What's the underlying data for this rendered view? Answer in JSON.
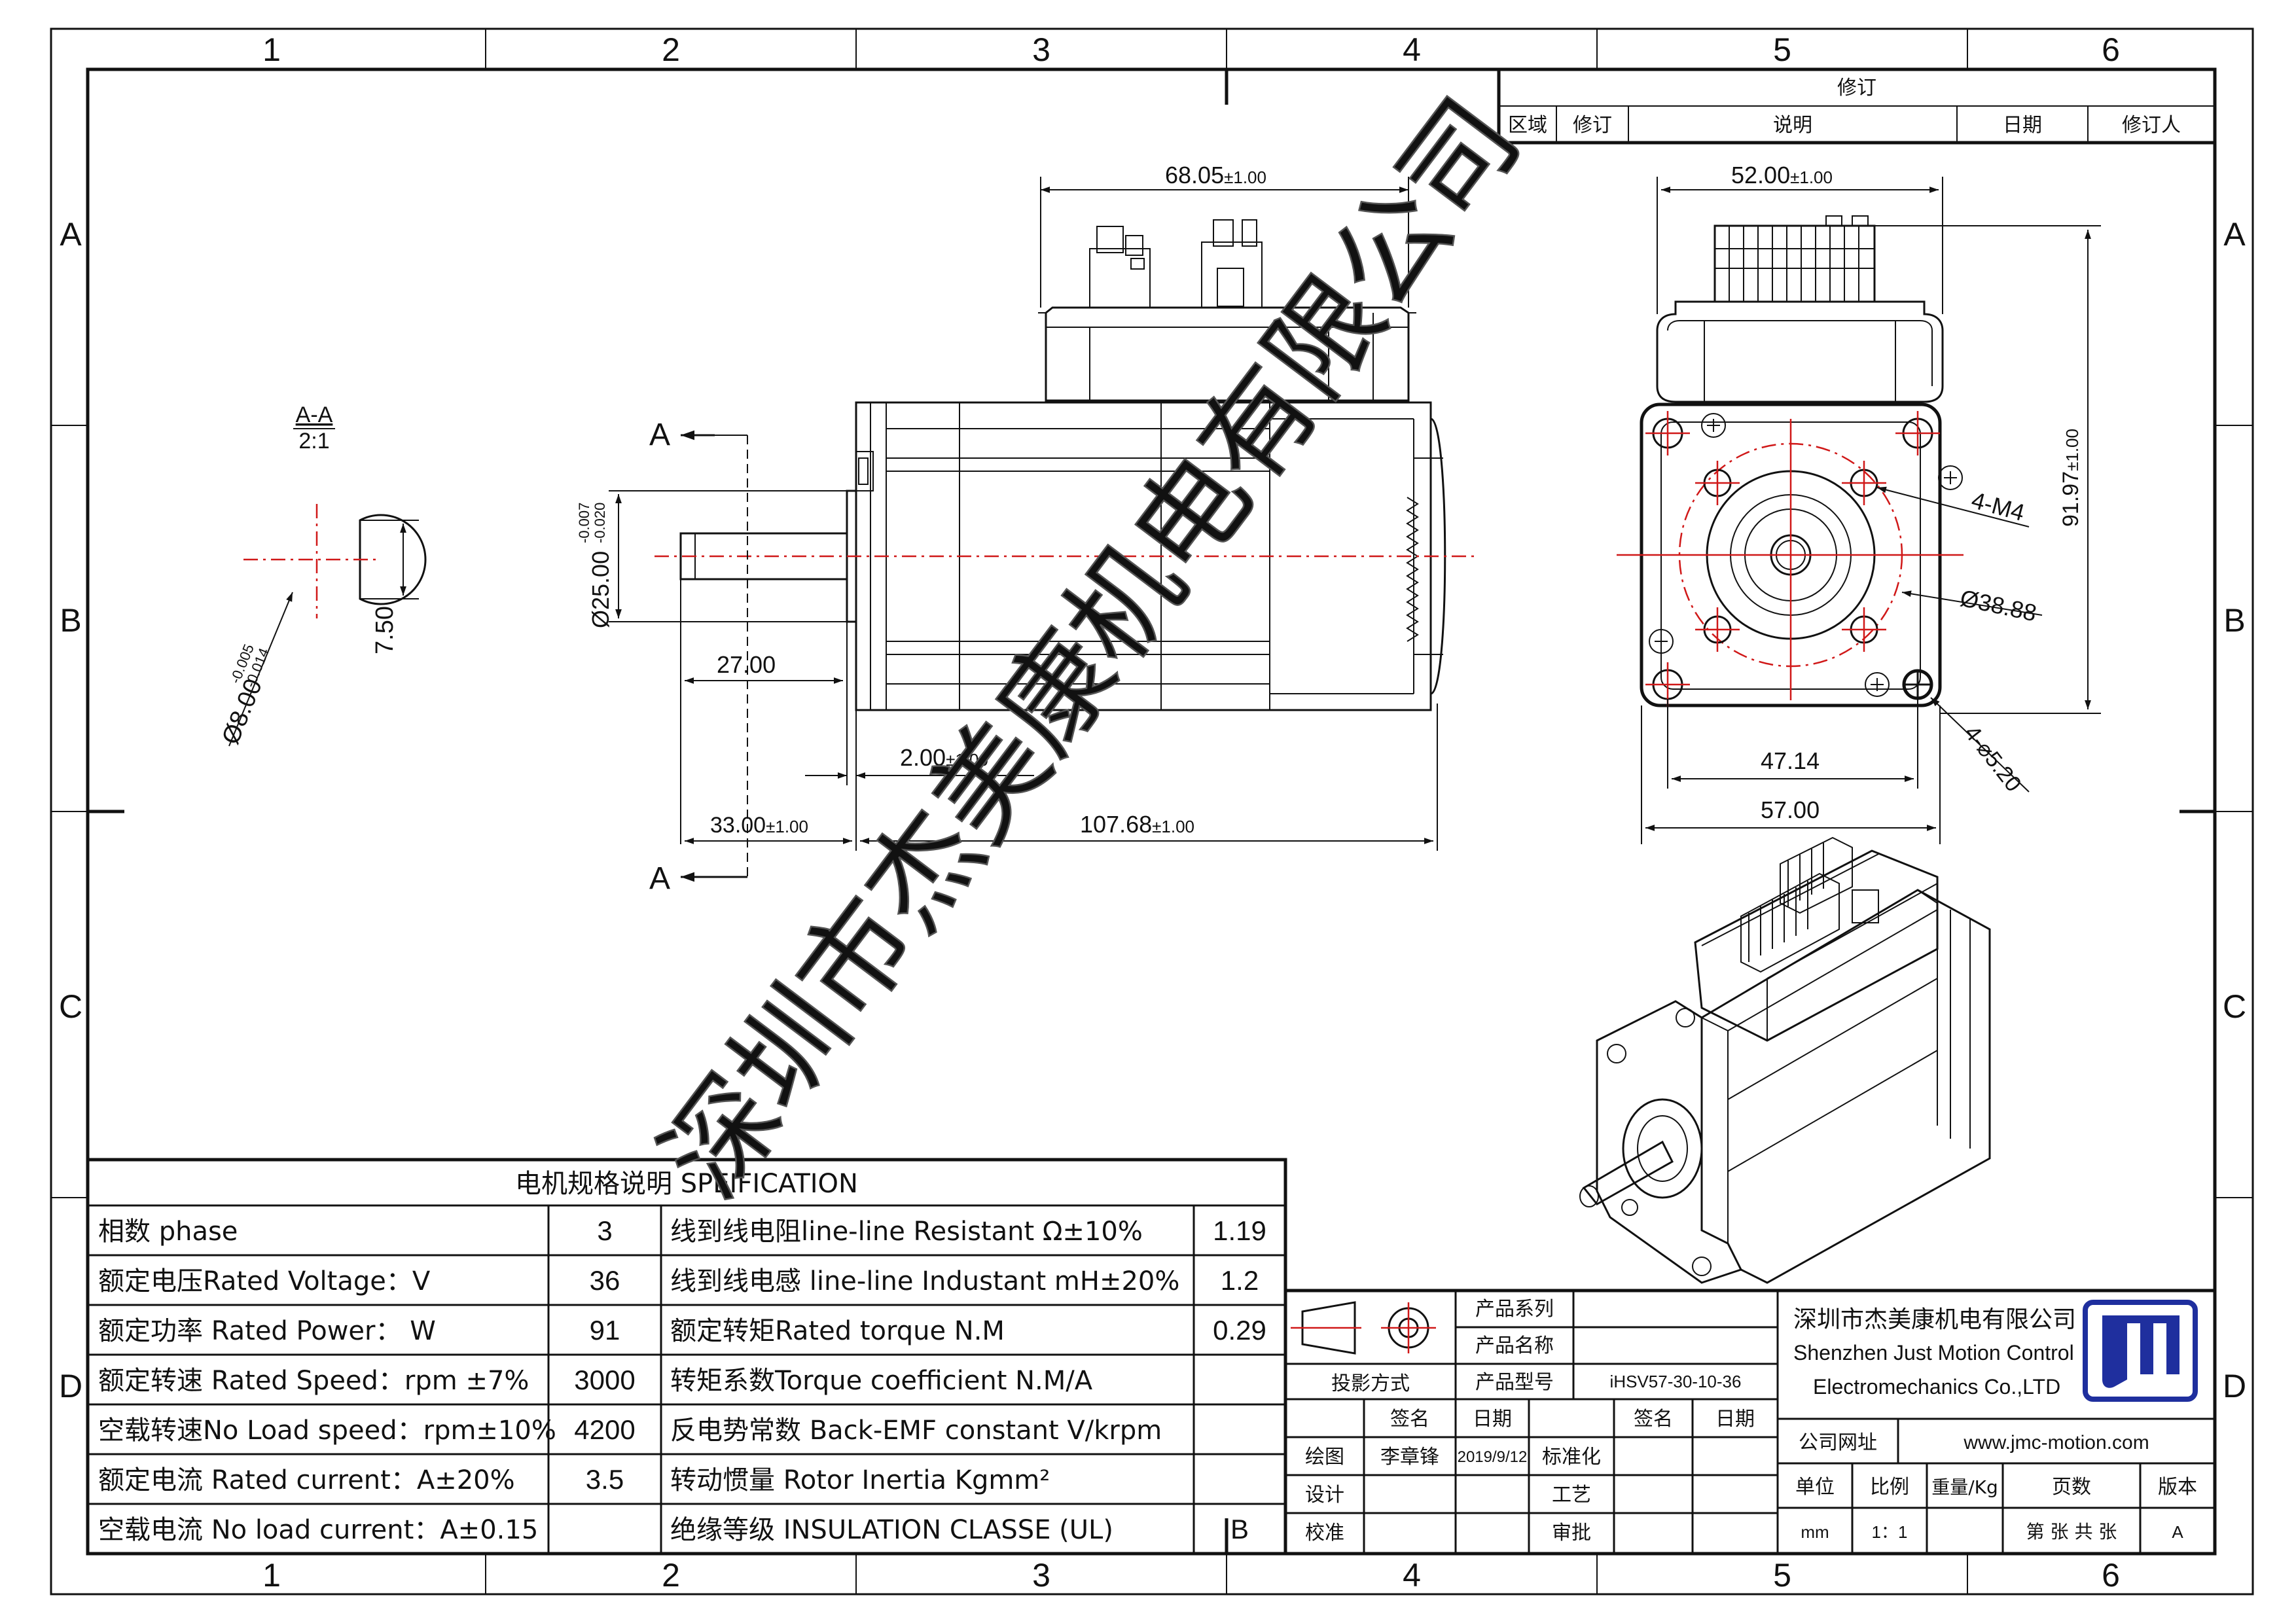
{
  "frame": {
    "columns": [
      "1",
      "2",
      "3",
      "4",
      "5",
      "6"
    ],
    "rows": [
      "A",
      "B",
      "C",
      "D"
    ]
  },
  "watermark": "深圳市杰美康机电有限公司",
  "section": {
    "label": "A-A",
    "scale": "2:1",
    "shaft_dia": "Ø8.00",
    "shaft_tol_upper": "-0.005",
    "shaft_tol_lower": "-0.014",
    "flat": "7.50"
  },
  "side_view": {
    "section_mark": "A",
    "dim_total_top": "68.05",
    "dim_total_top_tol": "±1.00",
    "dim_pilot": "Ø25.00",
    "dim_pilot_tol_upper": "-0.007",
    "dim_pilot_tol_lower": "-0.020",
    "dim_shaft": "27.00",
    "dim_flange": "2.00",
    "dim_flange_tol": "±1.00",
    "dim_shaft_len": "33.00",
    "dim_shaft_len_tol": "±1.00",
    "dim_body": "107.68",
    "dim_body_tol": "±1.00"
  },
  "front_view": {
    "dim_width_top": "52.00",
    "dim_width_top_tol": "±1.00",
    "dim_height": "91.97",
    "dim_height_tol": "±1.00",
    "hole_thread": "4-M4",
    "pcd": "Ø38.88",
    "hole_spacing": "47.14",
    "flange_width": "57.00",
    "mount_holes": "4-⌀5.20"
  },
  "revision": {
    "title": "修订",
    "headers": [
      "区域",
      "修订",
      "说明",
      "日期",
      "修订人"
    ]
  },
  "spec": {
    "title": "电机规格说明 SPEIFICATION",
    "rows": [
      {
        "name": "相数 phase",
        "value": "3",
        "name2": "线到线电阻line-line Resistant Ω±10%",
        "value2": "1.19"
      },
      {
        "name": "额定电压Rated Voltage：V",
        "value": "36",
        "name2": "线到线电感 line-line Industant mH±20%",
        "value2": "1.2"
      },
      {
        "name": "额定功率 Rated Power： W",
        "value": "91",
        "name2": "额定转矩Rated torque N.M",
        "value2": "0.29"
      },
      {
        "name": "额定转速 Rated Speed：rpm ±7%",
        "value": "3000",
        "name2": "转矩系数Torque coefficient N.M/A",
        "value2": ""
      },
      {
        "name": "空载转速No Load speed：rpm±10%",
        "value": "4200",
        "name2": "反电势常数 Back-EMF constant V/krpm",
        "value2": ""
      },
      {
        "name": "额定电流 Rated current：A±20%",
        "value": "3.5",
        "name2": "转动惯量 Rotor Inertia Kgmm²",
        "value2": ""
      },
      {
        "name": "空载电流 No load current：A±0.15",
        "value": "",
        "name2": "绝缘等级 INSULATION CLASSE (UL)",
        "value2": "B"
      }
    ]
  },
  "title_block": {
    "projection": "投影方式",
    "product_series": "产品系列",
    "product_name": "产品名称",
    "product_model": "产品型号",
    "product_model_value": "iHSV57-30-10-36",
    "sign": "签名",
    "date": "日期",
    "draw": "绘图",
    "drawer": "李章锋",
    "draw_date": "2019/9/12",
    "standard": "标准化",
    "design": "设计",
    "craft": "工艺",
    "check": "校准",
    "approve": "审批",
    "sign2": "签名",
    "date2": "日期",
    "company_cn": "深圳市杰美康机电有限公司",
    "company_en1": "Shenzhen Just Motion Control",
    "company_en2": "Electromechanics Co.,LTD",
    "website_label": "公司网址",
    "website": "www.jmc-motion.com",
    "unit": "单位",
    "unit_value": "mm",
    "scale": "比例",
    "scale_value": "1：1",
    "weight": "重量/Kg",
    "pages": "页数",
    "pages_value": "第 张 共 张",
    "version": "版本",
    "version_value": "A"
  }
}
